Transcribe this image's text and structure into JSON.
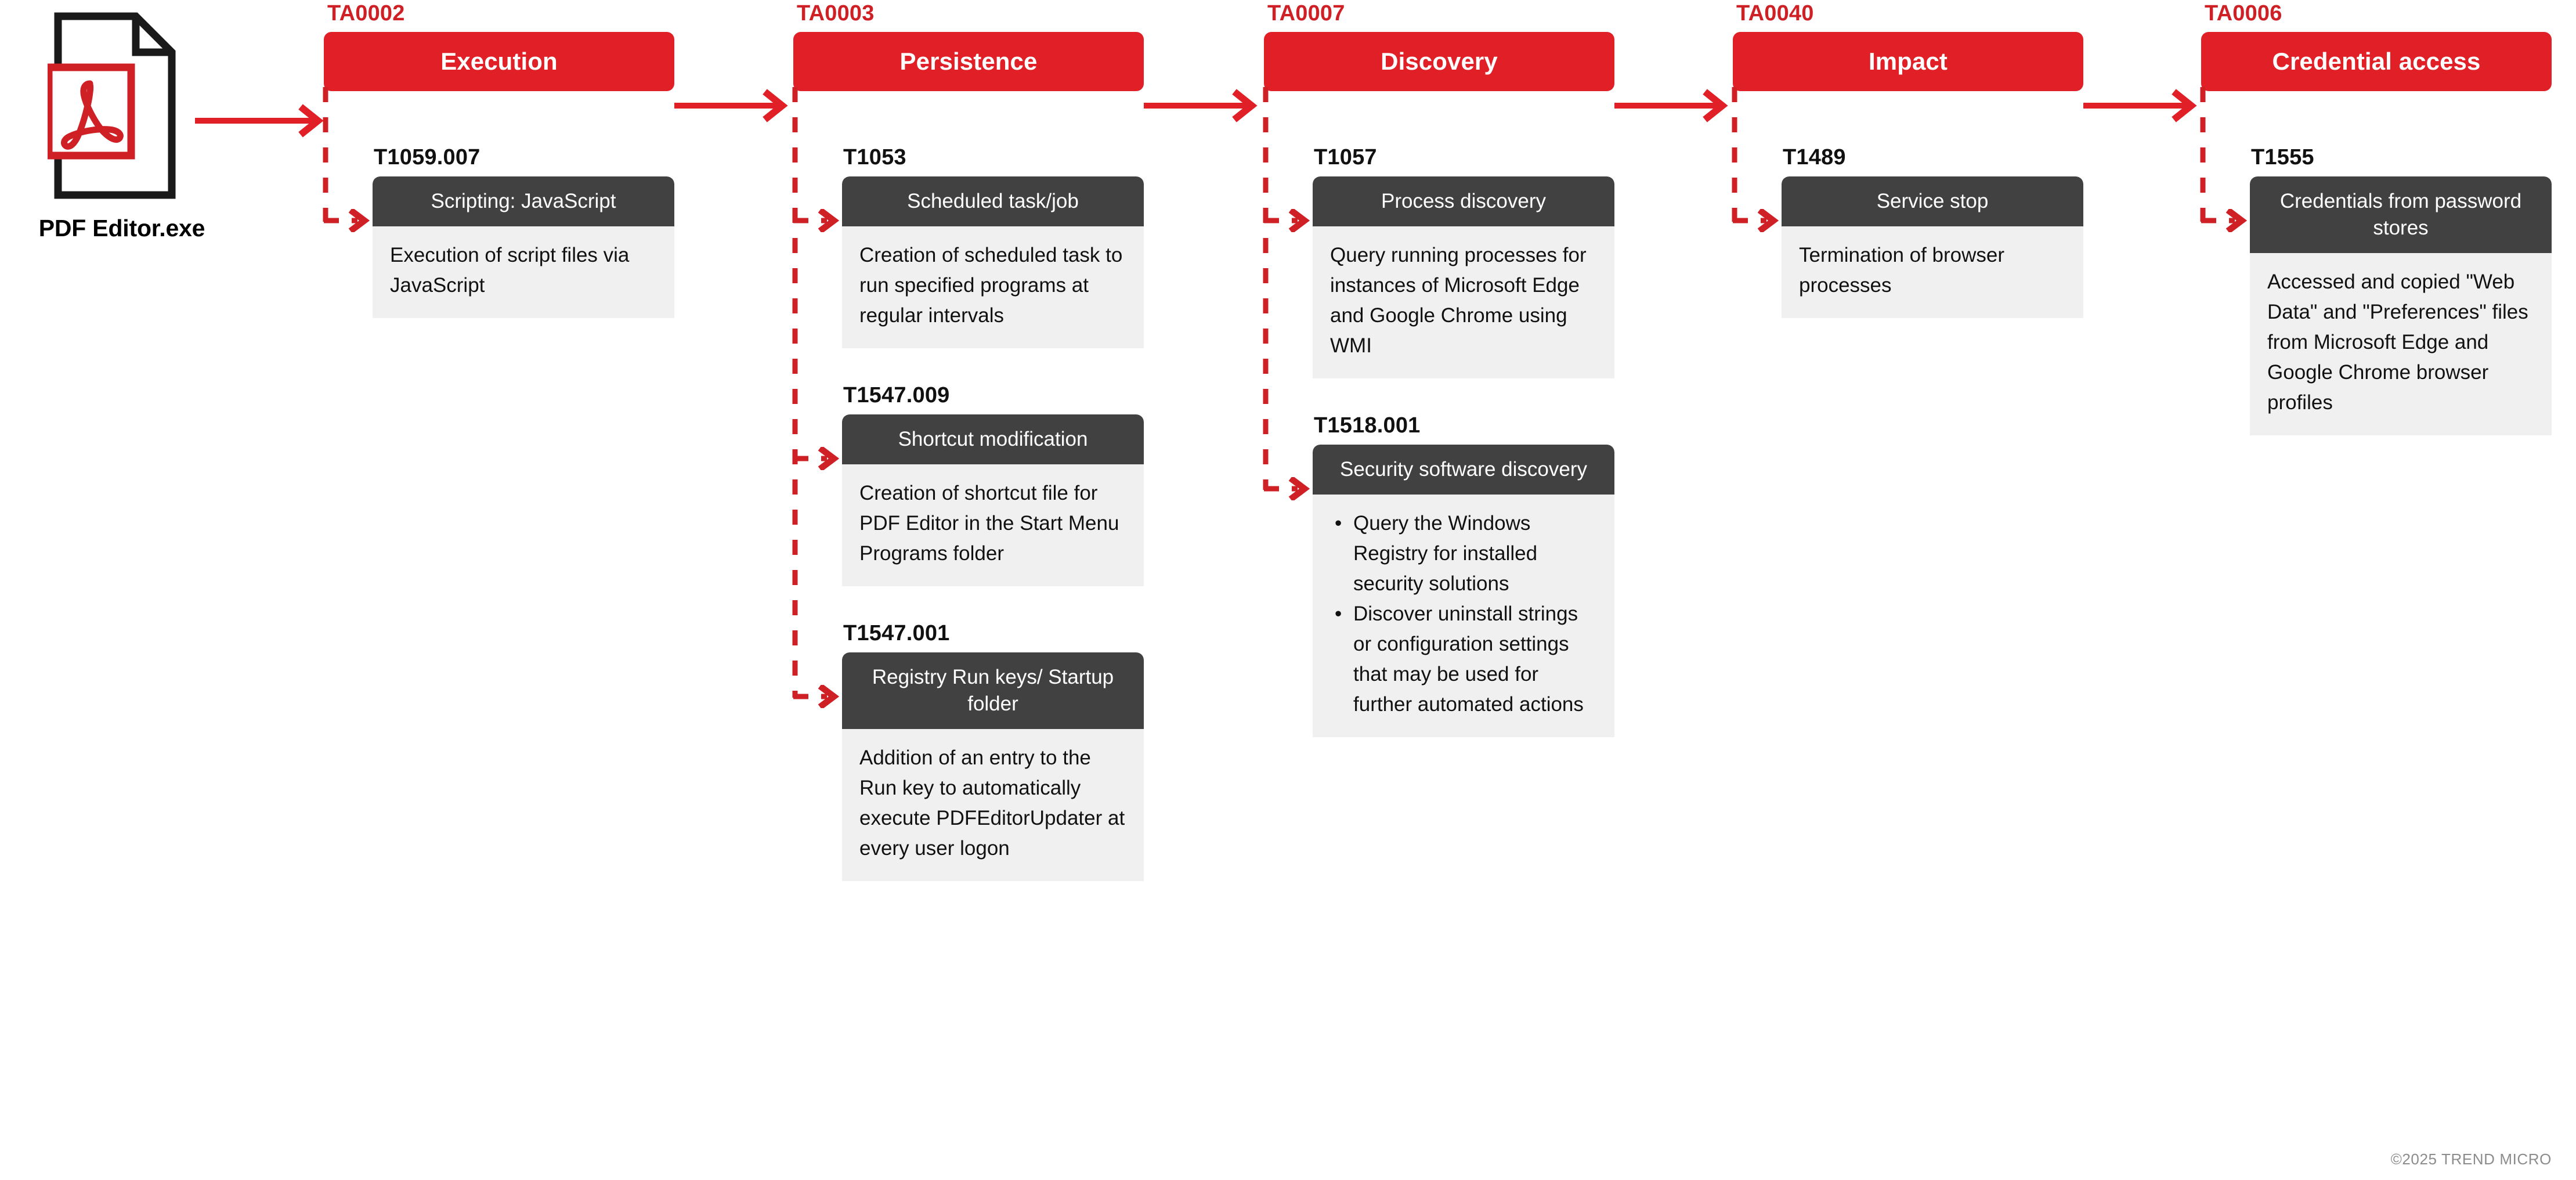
{
  "source": {
    "label": "PDF Editor.exe",
    "icon": "pdf-file-icon"
  },
  "colors": {
    "accent_red": "#e01f26",
    "tactic_id_red": "#cf2026",
    "card_header_dark": "#414141",
    "card_body_gray": "#f0f0f0",
    "copyright_gray": "#8c8c8c"
  },
  "columns": [
    {
      "tactic_id": "TA0002",
      "tactic_name": "Execution",
      "techniques": [
        {
          "id": "T1059.007",
          "name": "Scripting: JavaScript",
          "desc": "Execution of script files via JavaScript",
          "bullets": []
        }
      ]
    },
    {
      "tactic_id": "TA0003",
      "tactic_name": "Persistence",
      "techniques": [
        {
          "id": "T1053",
          "name": "Scheduled task/job",
          "desc": "Creation of scheduled task to run specified programs at regular intervals",
          "bullets": []
        },
        {
          "id": "T1547.009",
          "name": "Shortcut modification",
          "desc": "Creation of shortcut file for PDF Editor in the Start Menu Programs folder",
          "bullets": []
        },
        {
          "id": "T1547.001",
          "name": "Registry Run keys/ Startup folder",
          "desc": "Addition of an entry to the Run key to automatically execute PDFEditorUpdater at every user logon",
          "bullets": []
        }
      ]
    },
    {
      "tactic_id": "TA0007",
      "tactic_name": "Discovery",
      "techniques": [
        {
          "id": "T1057",
          "name": "Process discovery",
          "desc": "Query running processes for instances of Microsoft Edge and Google Chrome using WMI",
          "bullets": []
        },
        {
          "id": "T1518.001",
          "name": "Security software discovery",
          "desc": "",
          "bullets": [
            "Query the Windows Registry for installed security solutions",
            "Discover uninstall strings or configuration settings that may be used for further automated actions"
          ]
        }
      ]
    },
    {
      "tactic_id": "TA0040",
      "tactic_name": "Impact",
      "techniques": [
        {
          "id": "T1489",
          "name": "Service stop",
          "desc": "Termination of browser processes",
          "bullets": []
        }
      ]
    },
    {
      "tactic_id": "TA0006",
      "tactic_name": "Credential access",
      "techniques": [
        {
          "id": "T1555",
          "name": "Credentials from password stores",
          "desc": "Accessed and copied \"Web Data\" and \"Preferences\" files from Microsoft Edge and Google Chrome browser profiles",
          "bullets": []
        }
      ]
    }
  ],
  "copyright": "©2025 TREND MICRO"
}
